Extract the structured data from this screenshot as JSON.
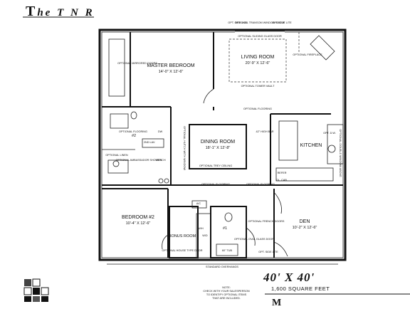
{
  "header": {
    "title": "The TNR",
    "title_first": "T",
    "title_rest": "he T N R"
  },
  "rooms": {
    "master_bedroom": {
      "name": "MASTER BEDROOM",
      "dim": "14'-0\" X 12'-6\""
    },
    "living_room": {
      "name": "LIVING ROOM",
      "dim": "20'-9\" X 12'-6\""
    },
    "dining_room": {
      "name": "DINING ROOM",
      "dim": "18'-1\" X 12'-8\""
    },
    "kitchen": {
      "name": "KITCHEN"
    },
    "bedroom2": {
      "name": "BEDROOM #2",
      "dim": "10'-4\" X 12'-6\""
    },
    "den": {
      "name": "DEN",
      "dim": "10'-2\" X 12'-6\""
    },
    "bonus_room": {
      "name": "BONUS ROOM"
    },
    "bath1": {
      "name": "#1"
    },
    "bath2": {
      "name": "#2"
    }
  },
  "notes": {
    "opt_side_lite_l": "OPT. SIDE LITE",
    "opt_transom": "OPTIONAL TRANSOM WINDOW ABOVE",
    "opt_side_lite_r": "OPT. SIDE LITE",
    "opt_sliding_glass": "OPTIONAL SLIDING GLASS DOOR",
    "opt_fireplace": "OPTIONAL FIREPLACE",
    "opt_mirrored_doors": "OPTIONAL MIRRORED DOORS",
    "opt_tower_vault": "OPTIONAL TOWER VAULT",
    "opt_flooring_top": "OPTIONAL FLOORING",
    "opt_flooring_left": "OPTIONAL FLOORING",
    "opt_flooring_mid": "OPTIONAL FLOORING",
    "opt_flooring_low": "OPTIONAL FLOORING",
    "dw": "DW",
    "high_bar": "42\" HIGH BAR",
    "opt_dw": "OPT. D.W.",
    "opt_window": "OPTIONAL DOUBLE WINDOW ABOVE",
    "opt_hutch": "OPTIONAL HUTCH WITH WINDOW",
    "lav2": "2ND LAV.",
    "opt_linen": "OPTIONAL LINEN",
    "opt_amb_shower": "OPTIONAL AMBASSADOR SHOWER",
    "bench": "BENCH",
    "opt_tray": "OPTIONAL TREY CEILING",
    "refer": "REFER",
    "ol_cab": "OL. CAB.",
    "ac": "A/C",
    "wh": "W/H",
    "wd": "W/D",
    "opt_french": "OPTIONAL FRENCH DOORS",
    "opt_oval": "OPTIONAL OVAL GLASS DOOR",
    "opt_house": "OPTIONAL HOUSE TYPE DOOR",
    "tub": "60\" TUB",
    "opt_side_lite_b": "OPT. SIDE LITE",
    "standard_overhangs": "STANDARD OVERHANGS"
  },
  "footer": {
    "dimensions": "40' X 40'",
    "sqft": "1,600 SQUARE FEET",
    "note_title": "NOTE:",
    "note_1": "CHECK WITH YOUR SALESPERSON",
    "note_2": "TO IDENTIFY OPTIONAL ITEMS",
    "note_3": "THAT ARE INCLUDED.",
    "brand_partial": "M"
  }
}
